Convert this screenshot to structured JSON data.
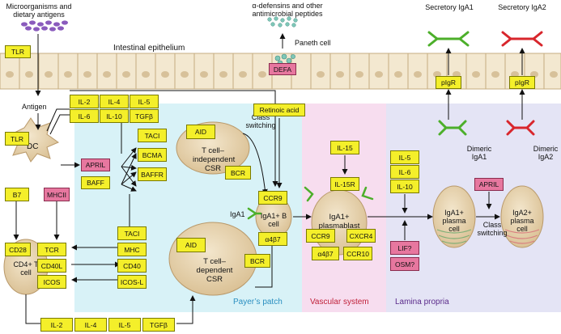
{
  "labels": {
    "microorganisms": "Microorganisms and dietary antigens",
    "defensins": "α-defensins and other antimicrobial peptides",
    "paneth_cell": "Paneth cell",
    "secretory_iga1": "Secretory IgA1",
    "secretory_iga2": "Secretory IgA2",
    "epithelium": "Intestinal epithelium",
    "antigen": "Antigen",
    "class_switching_top": "Class switching",
    "class_switching_bottom": "Class switching",
    "dimeric_iga1": "Dimeric IgA1",
    "dimeric_iga2": "Dimeric IgA2",
    "iga1_label": "IgA1",
    "dc": "DC",
    "t_indep_csr": "T cell– independent CSR",
    "t_dep_csr": "T cell– dependent CSR",
    "b_cell": "IgA1+ B cell",
    "plasmablast": "IgA1+ plasmablast",
    "iga1_plasma": "IgA1+ plasma cell",
    "iga2_plasma": "IgA2+ plasma cell",
    "cd4_t": "CD4+ T cell"
  },
  "boxes": {
    "tlr_top": "TLR",
    "defa": "DEFA",
    "pigr1": "pIgR",
    "pigr2": "pIgR",
    "il2": "IL-2",
    "il4": "IL-4",
    "il5": "IL-5",
    "il6": "IL-6",
    "il10": "IL-10",
    "tgfb": "TGFβ",
    "retinoic": "Retinoic acid",
    "tlr": "TLR",
    "b7": "B7",
    "mhcii": "MHCII",
    "april1": "APRIL",
    "baff": "BAFF",
    "taci1": "TACI",
    "bcma": "BCMA",
    "baffr": "BAFFR",
    "aid1": "AID",
    "bcr1": "BCR",
    "taci2": "TACI",
    "mhc": "MHC",
    "cd40": "CD40",
    "icosl": "ICOS-L",
    "aid2": "AID",
    "bcr2": "BCR",
    "cd28": "CD28",
    "tcr": "TCR",
    "cd40l": "CD40L",
    "icos": "ICOS",
    "ccr9_b": "CCR9",
    "a4b7_b": "α4β7",
    "il15": "IL-15",
    "il15r": "IL-15R",
    "ccr9_p": "CCR9",
    "cxcr4": "CXCR4",
    "a4b7_p": "α4β7",
    "ccr10": "CCR10",
    "il5_lp": "IL-5",
    "il6_lp": "IL-6",
    "il10_lp": "IL-10",
    "april2": "APRIL",
    "lif": "LIF?",
    "osm": "OSM?",
    "b_il2": "IL-2",
    "b_il4": "IL-4",
    "b_il5": "IL-5",
    "b_tgfb": "TGFβ"
  },
  "regions": {
    "peyer": "Payer’s patch",
    "vascular": "Vascular system",
    "lamina": "Lamina propria"
  },
  "colors": {
    "peyer_bg": "#d8f2f7",
    "vascular_bg": "#f7ddef",
    "lamina_bg": "#e4e4f5",
    "peyer_text": "#2a8fc0",
    "vascular_text": "#c0213a",
    "lamina_text": "#5a2a8a",
    "cell_fill": "#e6d3b0",
    "cell_edge": "#b9996a",
    "yellow_box": "#f4ef2a",
    "pink_box": "#e7779f",
    "iga1_green": "#4caf2a",
    "iga2_red": "#d8262c"
  }
}
